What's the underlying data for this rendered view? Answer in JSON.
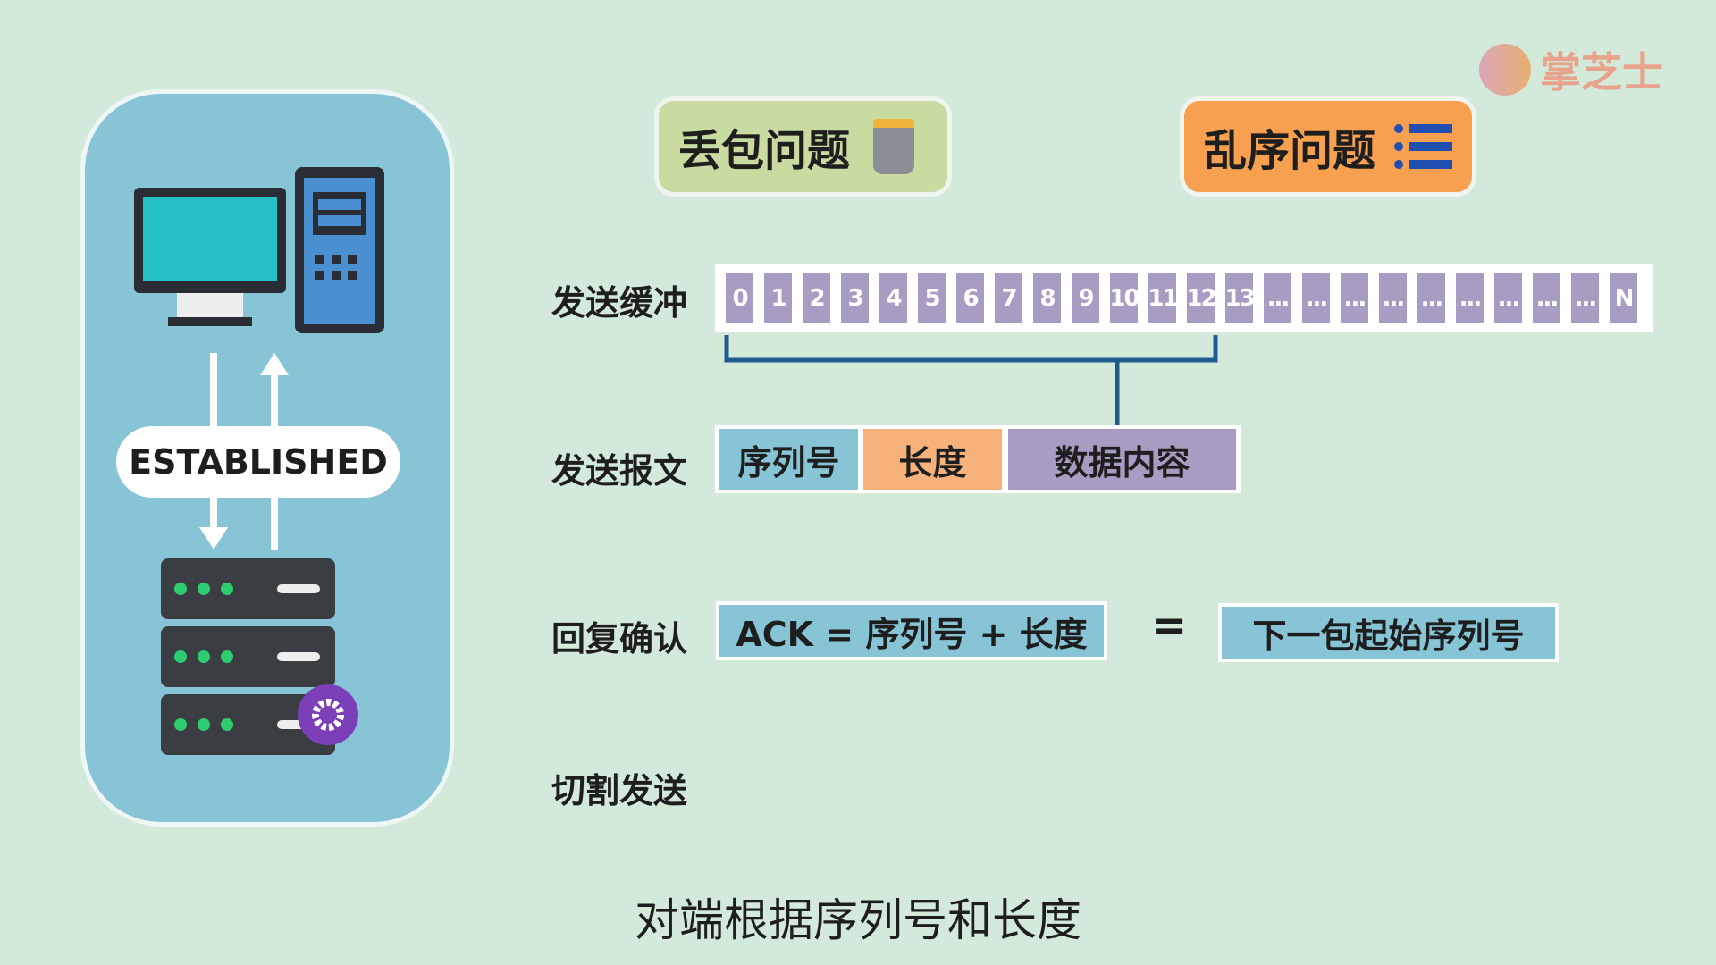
{
  "logo": {
    "text": "掌芝士"
  },
  "badges": {
    "packet_loss": "丢包问题",
    "out_of_order": "乱序问题"
  },
  "panel": {
    "state": "ESTABLISHED"
  },
  "rows": {
    "send_buffer": "发送缓冲",
    "send_message": "发送报文",
    "reply_ack": "回复确认",
    "split_send": "切割发送"
  },
  "buffer_cells": [
    "0",
    "1",
    "2",
    "3",
    "4",
    "5",
    "6",
    "7",
    "8",
    "9",
    "10",
    "11",
    "12",
    "13",
    "...",
    "...",
    "...",
    "...",
    "...",
    "...",
    "...",
    "...",
    "...",
    "N"
  ],
  "message": {
    "seq": "序列号",
    "length": "长度",
    "data": "数据内容"
  },
  "ack": {
    "formula": "ACK = 序列号 + 长度",
    "equals": "=",
    "result": "下一包起始序列号"
  },
  "subtitle": "对端根据序列号和长度",
  "colors": {
    "background": "#d3eadb",
    "panel": "#86c4d6",
    "cell": "#a99cc3",
    "seq": "#86c4d6",
    "length": "#f6b27a",
    "data": "#a99cc3",
    "loss": "#c8dba0",
    "order": "#f7a050",
    "bracket": "#1f5a8c"
  }
}
